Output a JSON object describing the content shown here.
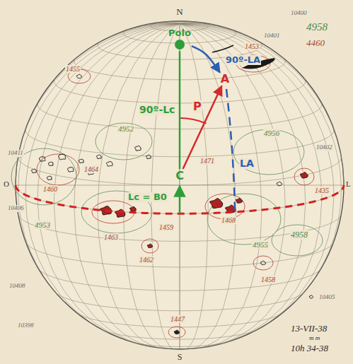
{
  "diagram": {
    "nodes": [
      {
        "text": [
          "Polo"
        ]
      },
      {
        "text": [
          "A"
        ]
      },
      {
        "text": [
          "C"
        ]
      }
    ],
    "edges": [
      {
        "from": 2,
        "to": 0,
        "label": "90º-Lc",
        "arrow": "none"
      },
      {
        "from": 2,
        "to": 1,
        "label": "P",
        "arrow": "to"
      },
      {
        "from": 0,
        "to": 1,
        "label": "90º-LA",
        "arrow": "to"
      }
    ],
    "labels": [
      "N",
      "10400",
      "4958",
      "4460",
      "10401",
      "1453",
      "1455",
      "4952",
      "10411",
      "4956",
      "10402",
      "1464",
      "1471",
      "LA",
      "1460",
      "1435",
      "10406",
      "Lc = B0",
      "1468",
      "4953",
      "1463",
      "1459",
      "4955",
      "4958",
      "1462",
      "1458",
      "10408",
      "10405",
      "1447",
      "10398",
      "13-VII-38",
      "m m",
      "10h 34-38",
      "S",
      "O",
      "L"
    ]
  }
}
